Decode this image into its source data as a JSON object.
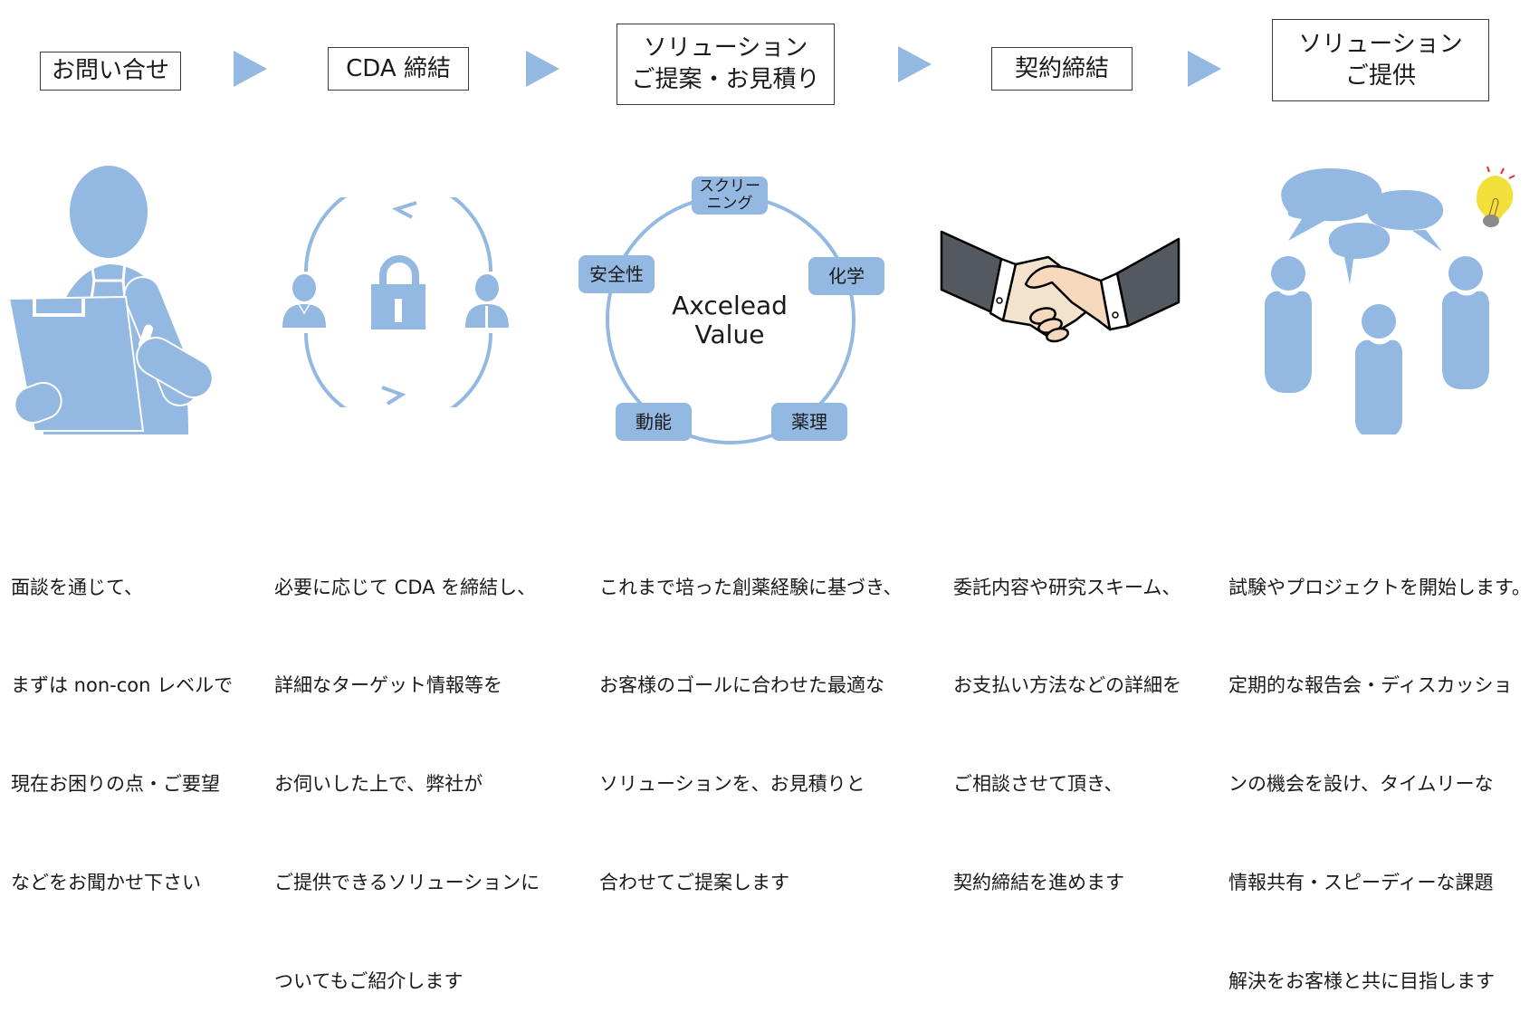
{
  "colors": {
    "accent_blue": "#93b8e1",
    "box_border": "#3a3a3a",
    "text": "#1a1a1a",
    "suit_gray": "#54585f",
    "skin_light": "#f3e3cd",
    "skin_peach": "#f6d9bd",
    "bulb_yellow": "#f1e03a",
    "spark_red": "#e0302a"
  },
  "steps": [
    {
      "label": "お問い合せ",
      "illustration": "person-with-clipboard-icon",
      "description": [
        "面談を通じて、",
        "まずは non-con レベルで",
        "現在お困りの点・ご要望",
        "などをお聞かせ下さい"
      ]
    },
    {
      "label": "CDA 締結",
      "illustration": "confidentiality-cycle-icon",
      "description": [
        "必要に応じて CDA を締結し、",
        "詳細なターゲット情報等を",
        "お伺いした上で、弊社が",
        "ご提供できるソリューションに",
        "ついてもご紹介します"
      ]
    },
    {
      "label": "ソリューション\nご提案・お見積り",
      "illustration": "axcelead-value-cycle",
      "description": [
        "これまで培った創薬経験に基づき、",
        "お客様のゴールに合わせた最適な",
        "ソリューションを、お見積りと",
        "合わせてご提案します"
      ]
    },
    {
      "label": "契約締結",
      "illustration": "handshake-icon",
      "description": [
        "委託内容や研究スキーム、",
        "お支払い方法などの詳細を",
        "ご相談させて頂き、",
        "契約締結を進めます"
      ]
    },
    {
      "label": "ソリューション\nご提供",
      "illustration": "team-discussion-icon",
      "description": [
        "試験やプロジェクトを開始します。",
        "定期的な報告会・ディスカッショ",
        "ンの機会を設け、タイムリーな",
        "情報共有・スピーディーな課題",
        "解決をお客様と共に目指します"
      ]
    }
  ],
  "value_cycle": {
    "center": "Axcelead\nValue",
    "nodes": [
      "スクリー\nニング",
      "化学",
      "薬理",
      "動能",
      "安全性"
    ]
  }
}
